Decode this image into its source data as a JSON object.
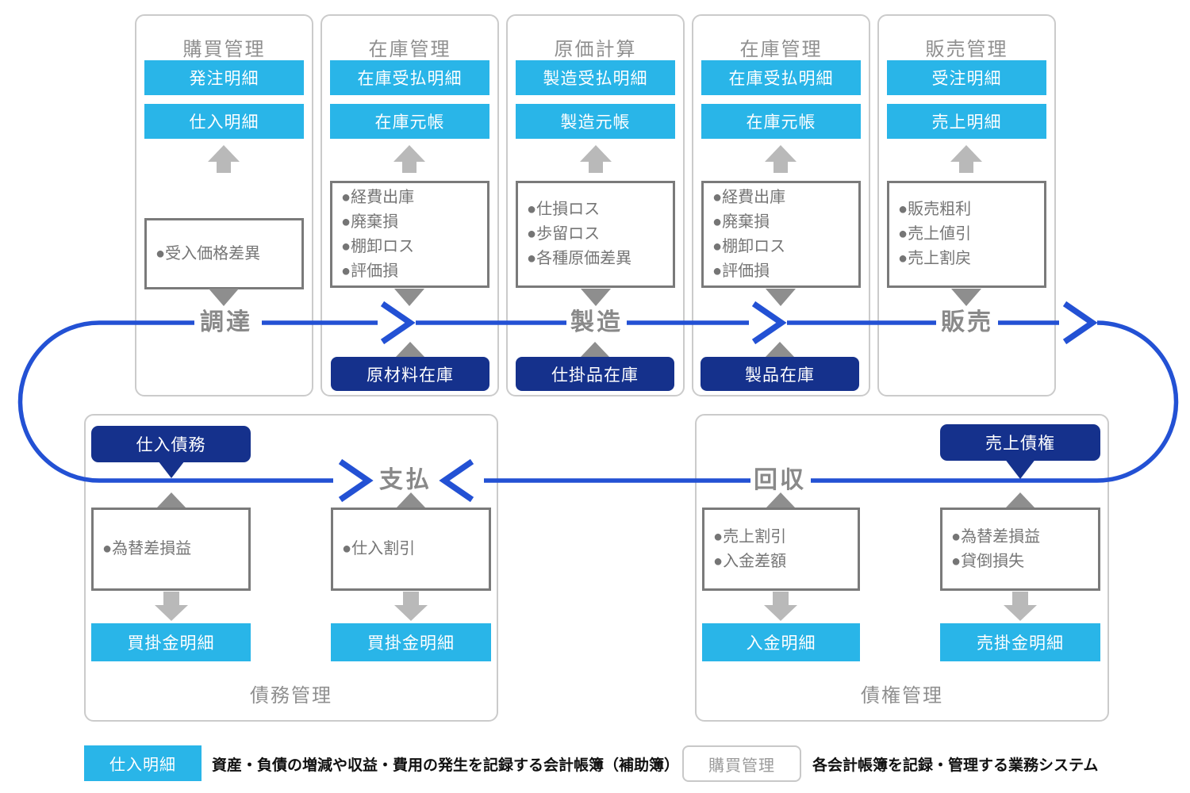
{
  "colors": {
    "cyan": "#29b5e8",
    "navy": "#15318c",
    "flow_blue": "#2351d4",
    "gray_arrow": "#b9b9b9",
    "gray_triangle": "#8e8e8e",
    "gray_text": "#8f8f8f",
    "list_text": "#757575"
  },
  "top_panels": [
    {
      "title": "購買管理",
      "ledgers": [
        "発注明細",
        "仕入明細"
      ],
      "items": [
        "●受入価格差異"
      ]
    },
    {
      "title": "在庫管理",
      "ledgers": [
        "在庫受払明細",
        "在庫元帳"
      ],
      "items": [
        "●経費出庫",
        "●廃棄損",
        "●棚卸ロス",
        "●評価損"
      ]
    },
    {
      "title": "原価計算",
      "ledgers": [
        "製造受払明細",
        "製造元帳"
      ],
      "items": [
        "●仕損ロス",
        "●歩留ロス",
        "●各種原価差異"
      ]
    },
    {
      "title": "在庫管理",
      "ledgers": [
        "在庫受払明細",
        "在庫元帳"
      ],
      "items": [
        "●経費出庫",
        "●廃棄損",
        "●棚卸ロス",
        "●評価損"
      ]
    },
    {
      "title": "販売管理",
      "ledgers": [
        "受注明細",
        "売上明細"
      ],
      "items": [
        "●販売粗利",
        "●売上値引",
        "●売上割戻"
      ]
    }
  ],
  "flow": {
    "procurement": "調達",
    "manufacturing": "製造",
    "sales": "販売",
    "payment": "支払",
    "collection": "回収"
  },
  "inventories": [
    "原材料在庫",
    "仕掛品在庫",
    "製品在庫"
  ],
  "payables_panel": {
    "title": "債務管理",
    "badge": "仕入債務",
    "col1": {
      "items": [
        "●為替差損益"
      ],
      "ledger": "買掛金明細"
    },
    "col2": {
      "items": [
        "●仕入割引"
      ],
      "ledger": "買掛金明細"
    }
  },
  "receivables_panel": {
    "title": "債権管理",
    "badge": "売上債権",
    "col1": {
      "items": [
        "●売上割引",
        "●入金差額"
      ],
      "ledger": "入金明細"
    },
    "col2": {
      "items": [
        "●為替差損益",
        "●貸倒損失"
      ],
      "ledger": "売掛金明細"
    }
  },
  "legend": {
    "ledger_sample": "仕入明細",
    "ledger_desc": "資産・負債の増減や収益・費用の発生を記録する会計帳簿（補助簿）",
    "system_sample": "購買管理",
    "system_desc": "各会計帳簿を記録・管理する業務システム"
  }
}
